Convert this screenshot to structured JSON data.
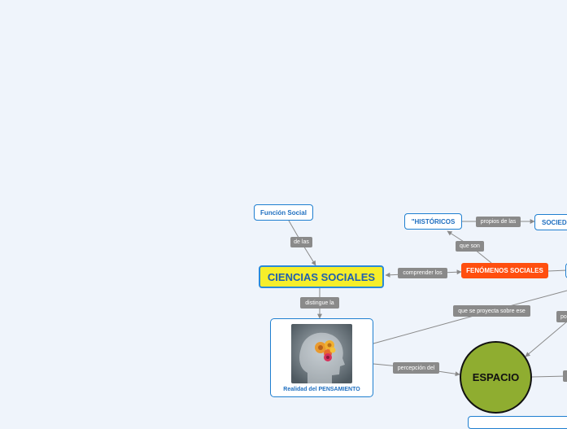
{
  "concept_map": {
    "nodes": {
      "funcion_social": "Función Social",
      "ciencias_sociales": "CIENCIAS SOCIALES",
      "historicos": "\"HISTÓRICOS",
      "sociedad": "SOCIEDA",
      "fenomenos_sociales": "FENÓMENOS SOCIALES",
      "realidad_pensamiento": "Realidad del PENSAMIENTO",
      "espacio": "ESPACIO"
    },
    "links": {
      "de_las": "de las",
      "distingue_la": "distingue la",
      "comprender_los": "comprender los",
      "que_son": "que son",
      "propios_de_las": "propios de las",
      "que_se_proyecta": "que se proyecta sobre ese",
      "percepcion_del": "percepción del",
      "po": "po"
    },
    "colors": {
      "background": "#eff4fb",
      "main_node": "#f6ee2a",
      "orange_node": "#ff4f0f",
      "circle_node": "#8fad30",
      "border_blue": "#1f7fd0",
      "link_label": "#8a8a8a"
    },
    "icons": [
      "brain-gears-image"
    ]
  }
}
